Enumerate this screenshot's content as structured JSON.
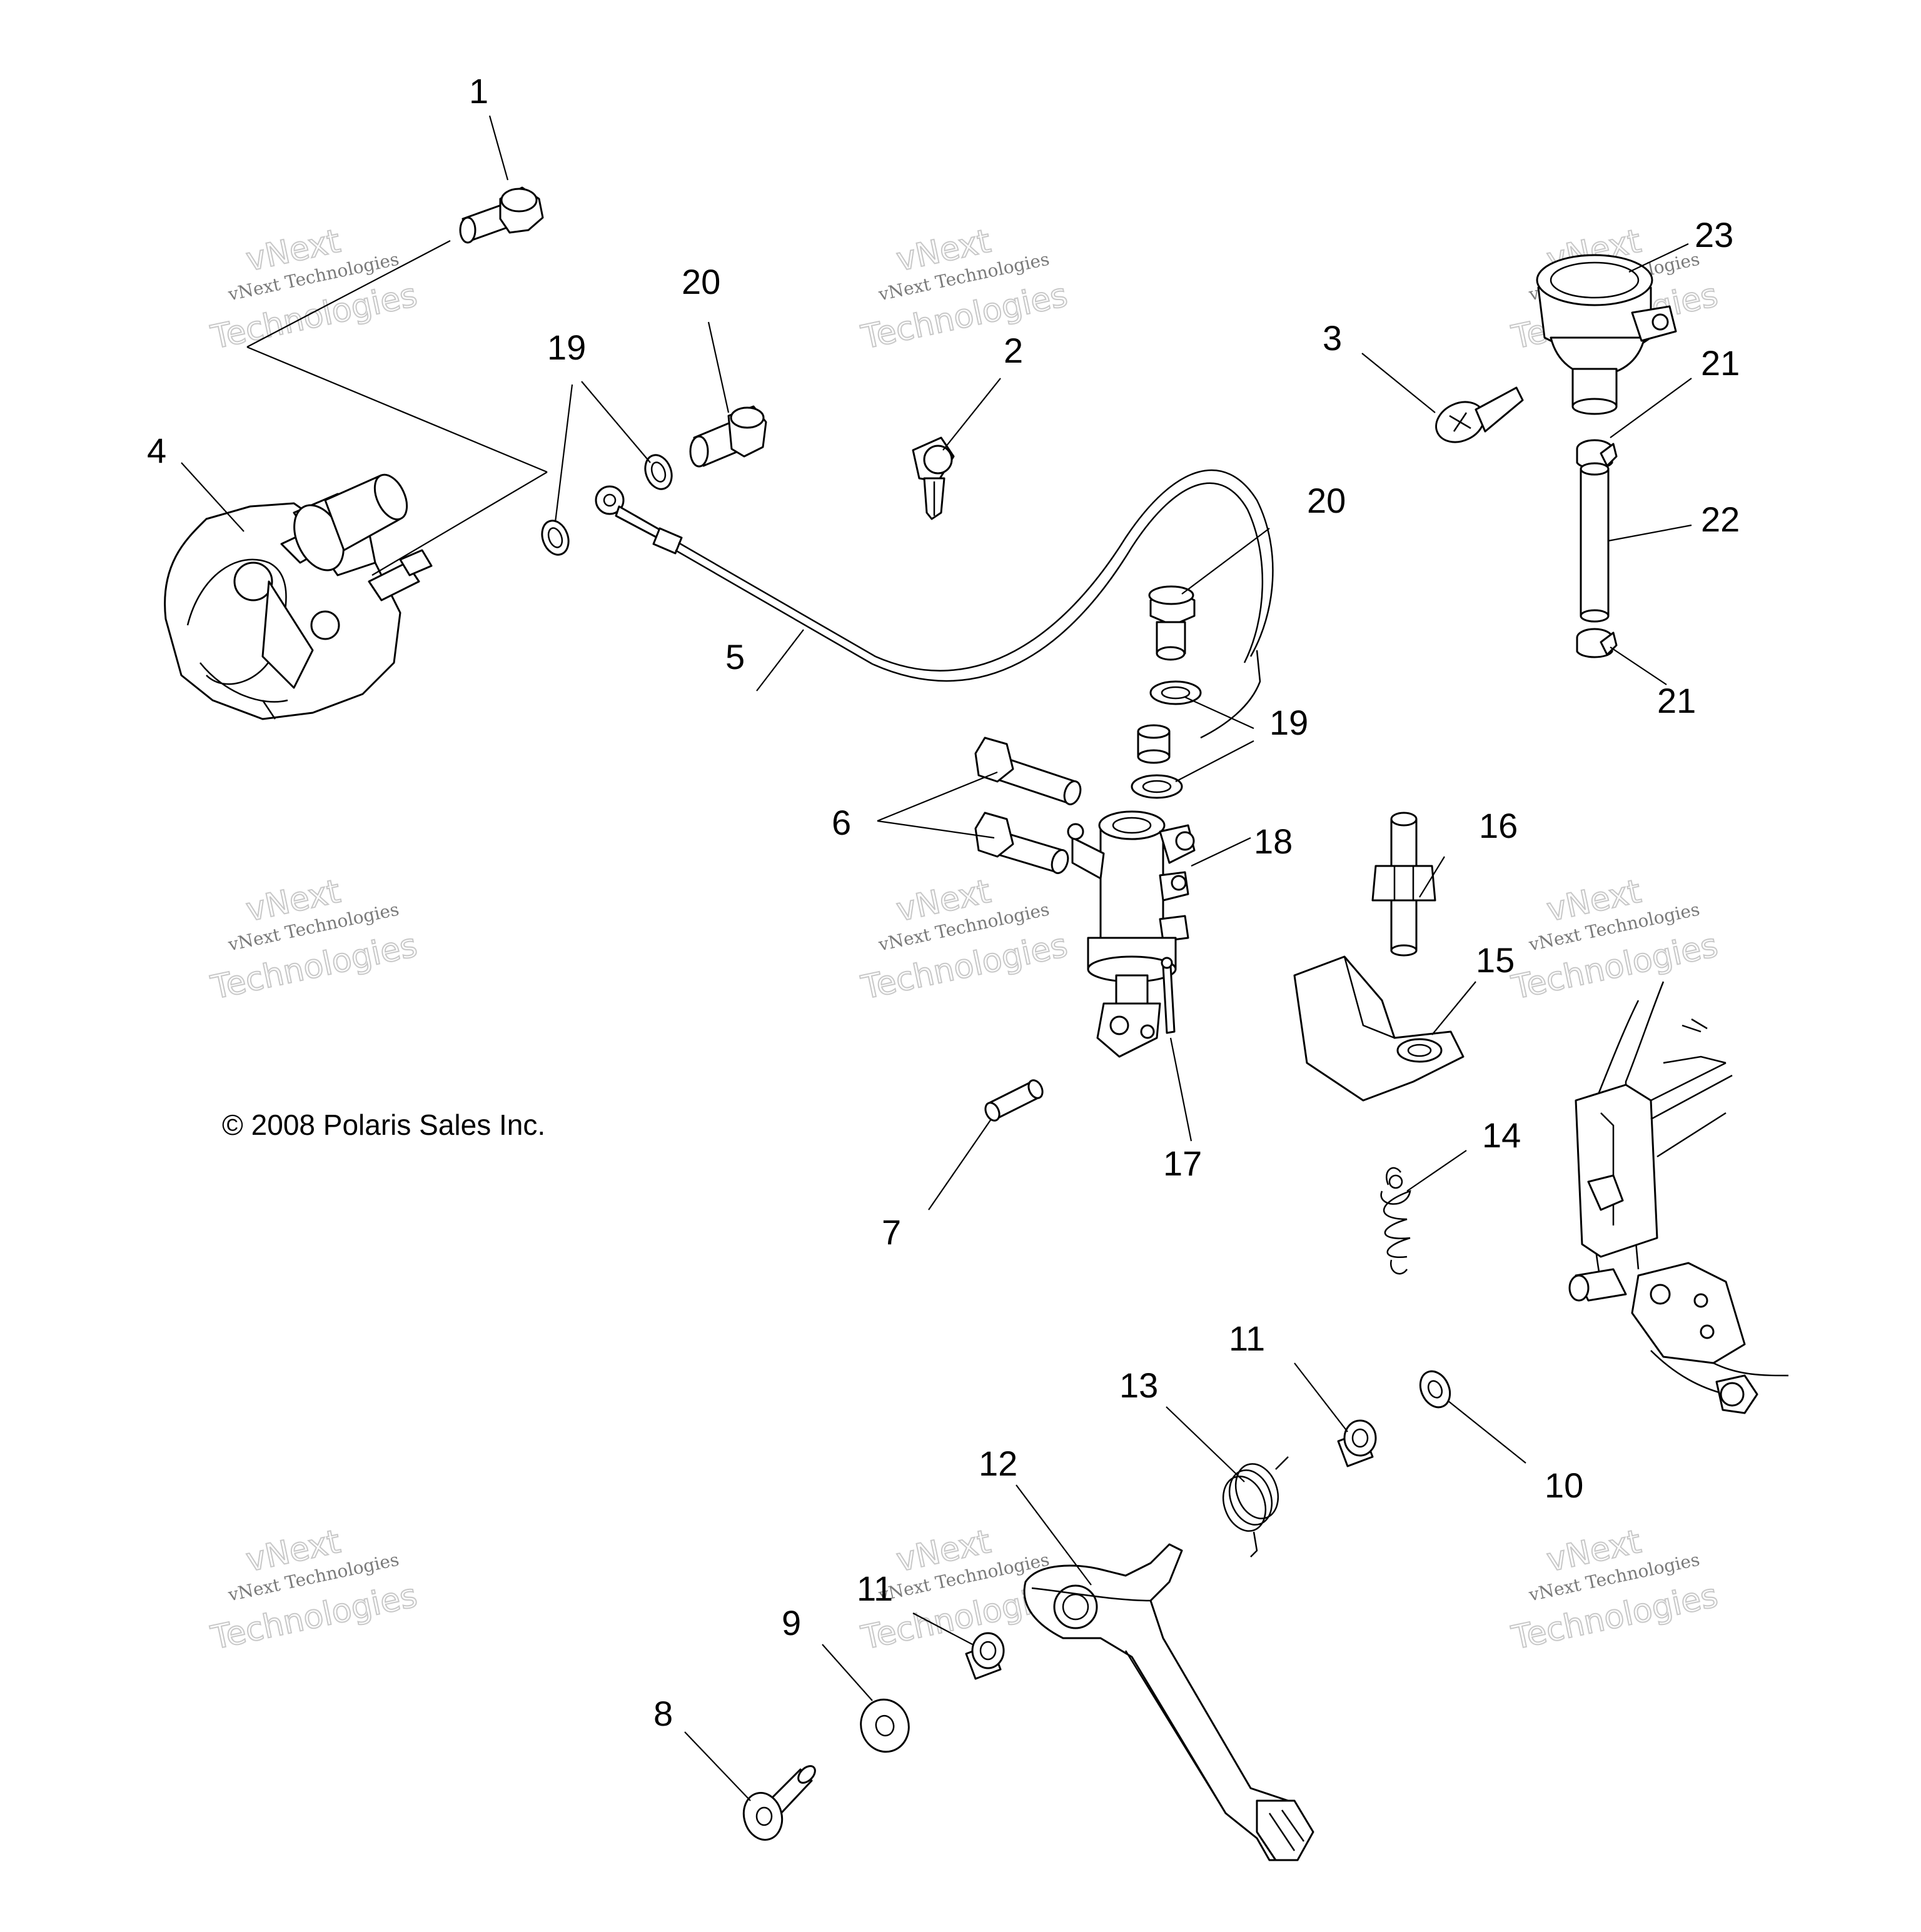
{
  "copyright": "© 2008 Polaris Sales Inc.",
  "watermark": {
    "line_big_1": "vNext",
    "line_small": "vNext Technologies",
    "line_big_2": "Technologies"
  },
  "callouts": {
    "c1": "1",
    "c2": "2",
    "c3": "3",
    "c4": "4",
    "c5": "5",
    "c6": "6",
    "c7": "7",
    "c8": "8",
    "c9": "9",
    "c10": "10",
    "c11a": "11",
    "c11b": "11",
    "c12": "12",
    "c13": "13",
    "c14": "14",
    "c15": "15",
    "c16": "16",
    "c17": "17",
    "c18": "18",
    "c19a": "19",
    "c19b": "19",
    "c20a": "20",
    "c20b": "20",
    "c21a": "21",
    "c21b": "21",
    "c22": "22",
    "c23": "23"
  }
}
